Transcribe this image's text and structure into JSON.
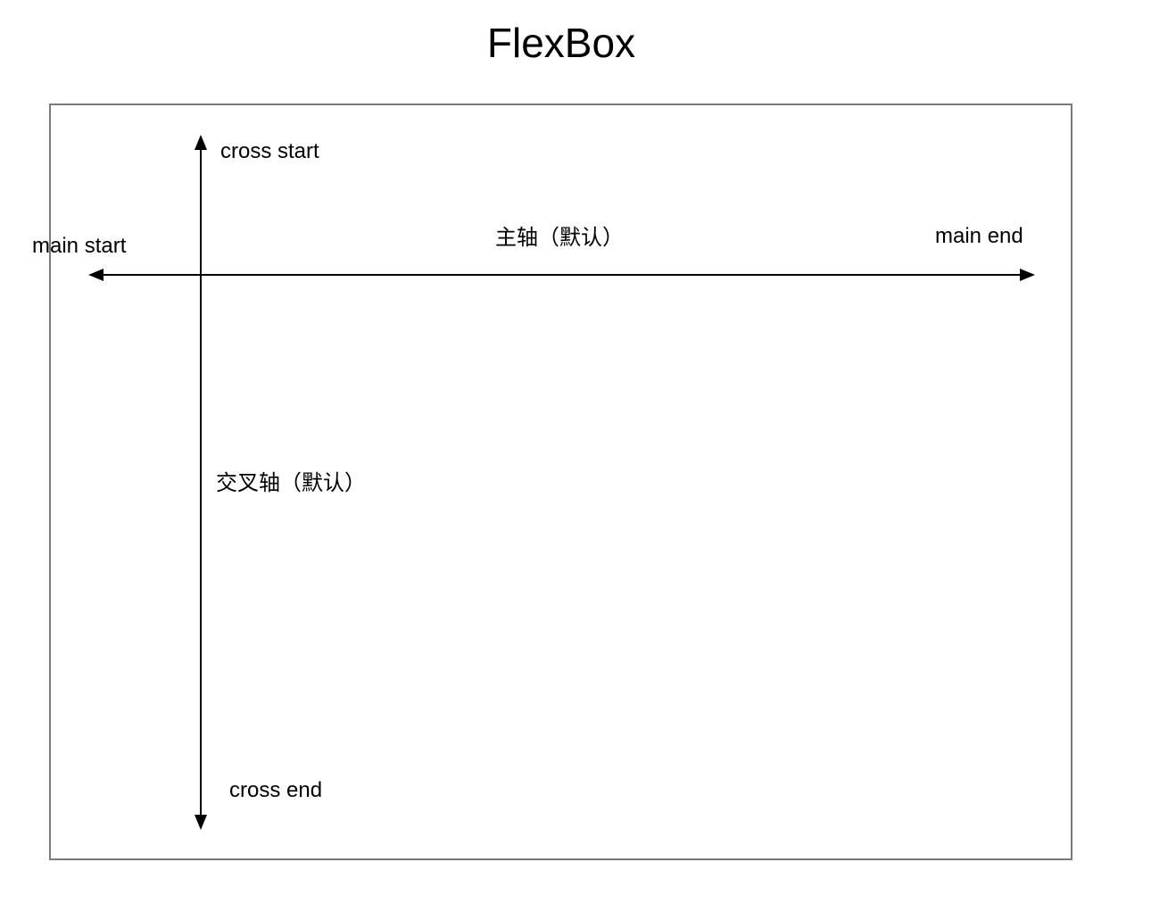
{
  "title": "FlexBox",
  "labels": {
    "cross_start": "cross start",
    "main_start": "main start",
    "main_axis": "主轴（默认）",
    "main_end": "main end",
    "cross_axis": "交叉轴（默认）",
    "cross_end": "cross end"
  },
  "colors": {
    "frame_border": "#7a7a7a",
    "axis": "#000000",
    "background": "#ffffff"
  }
}
